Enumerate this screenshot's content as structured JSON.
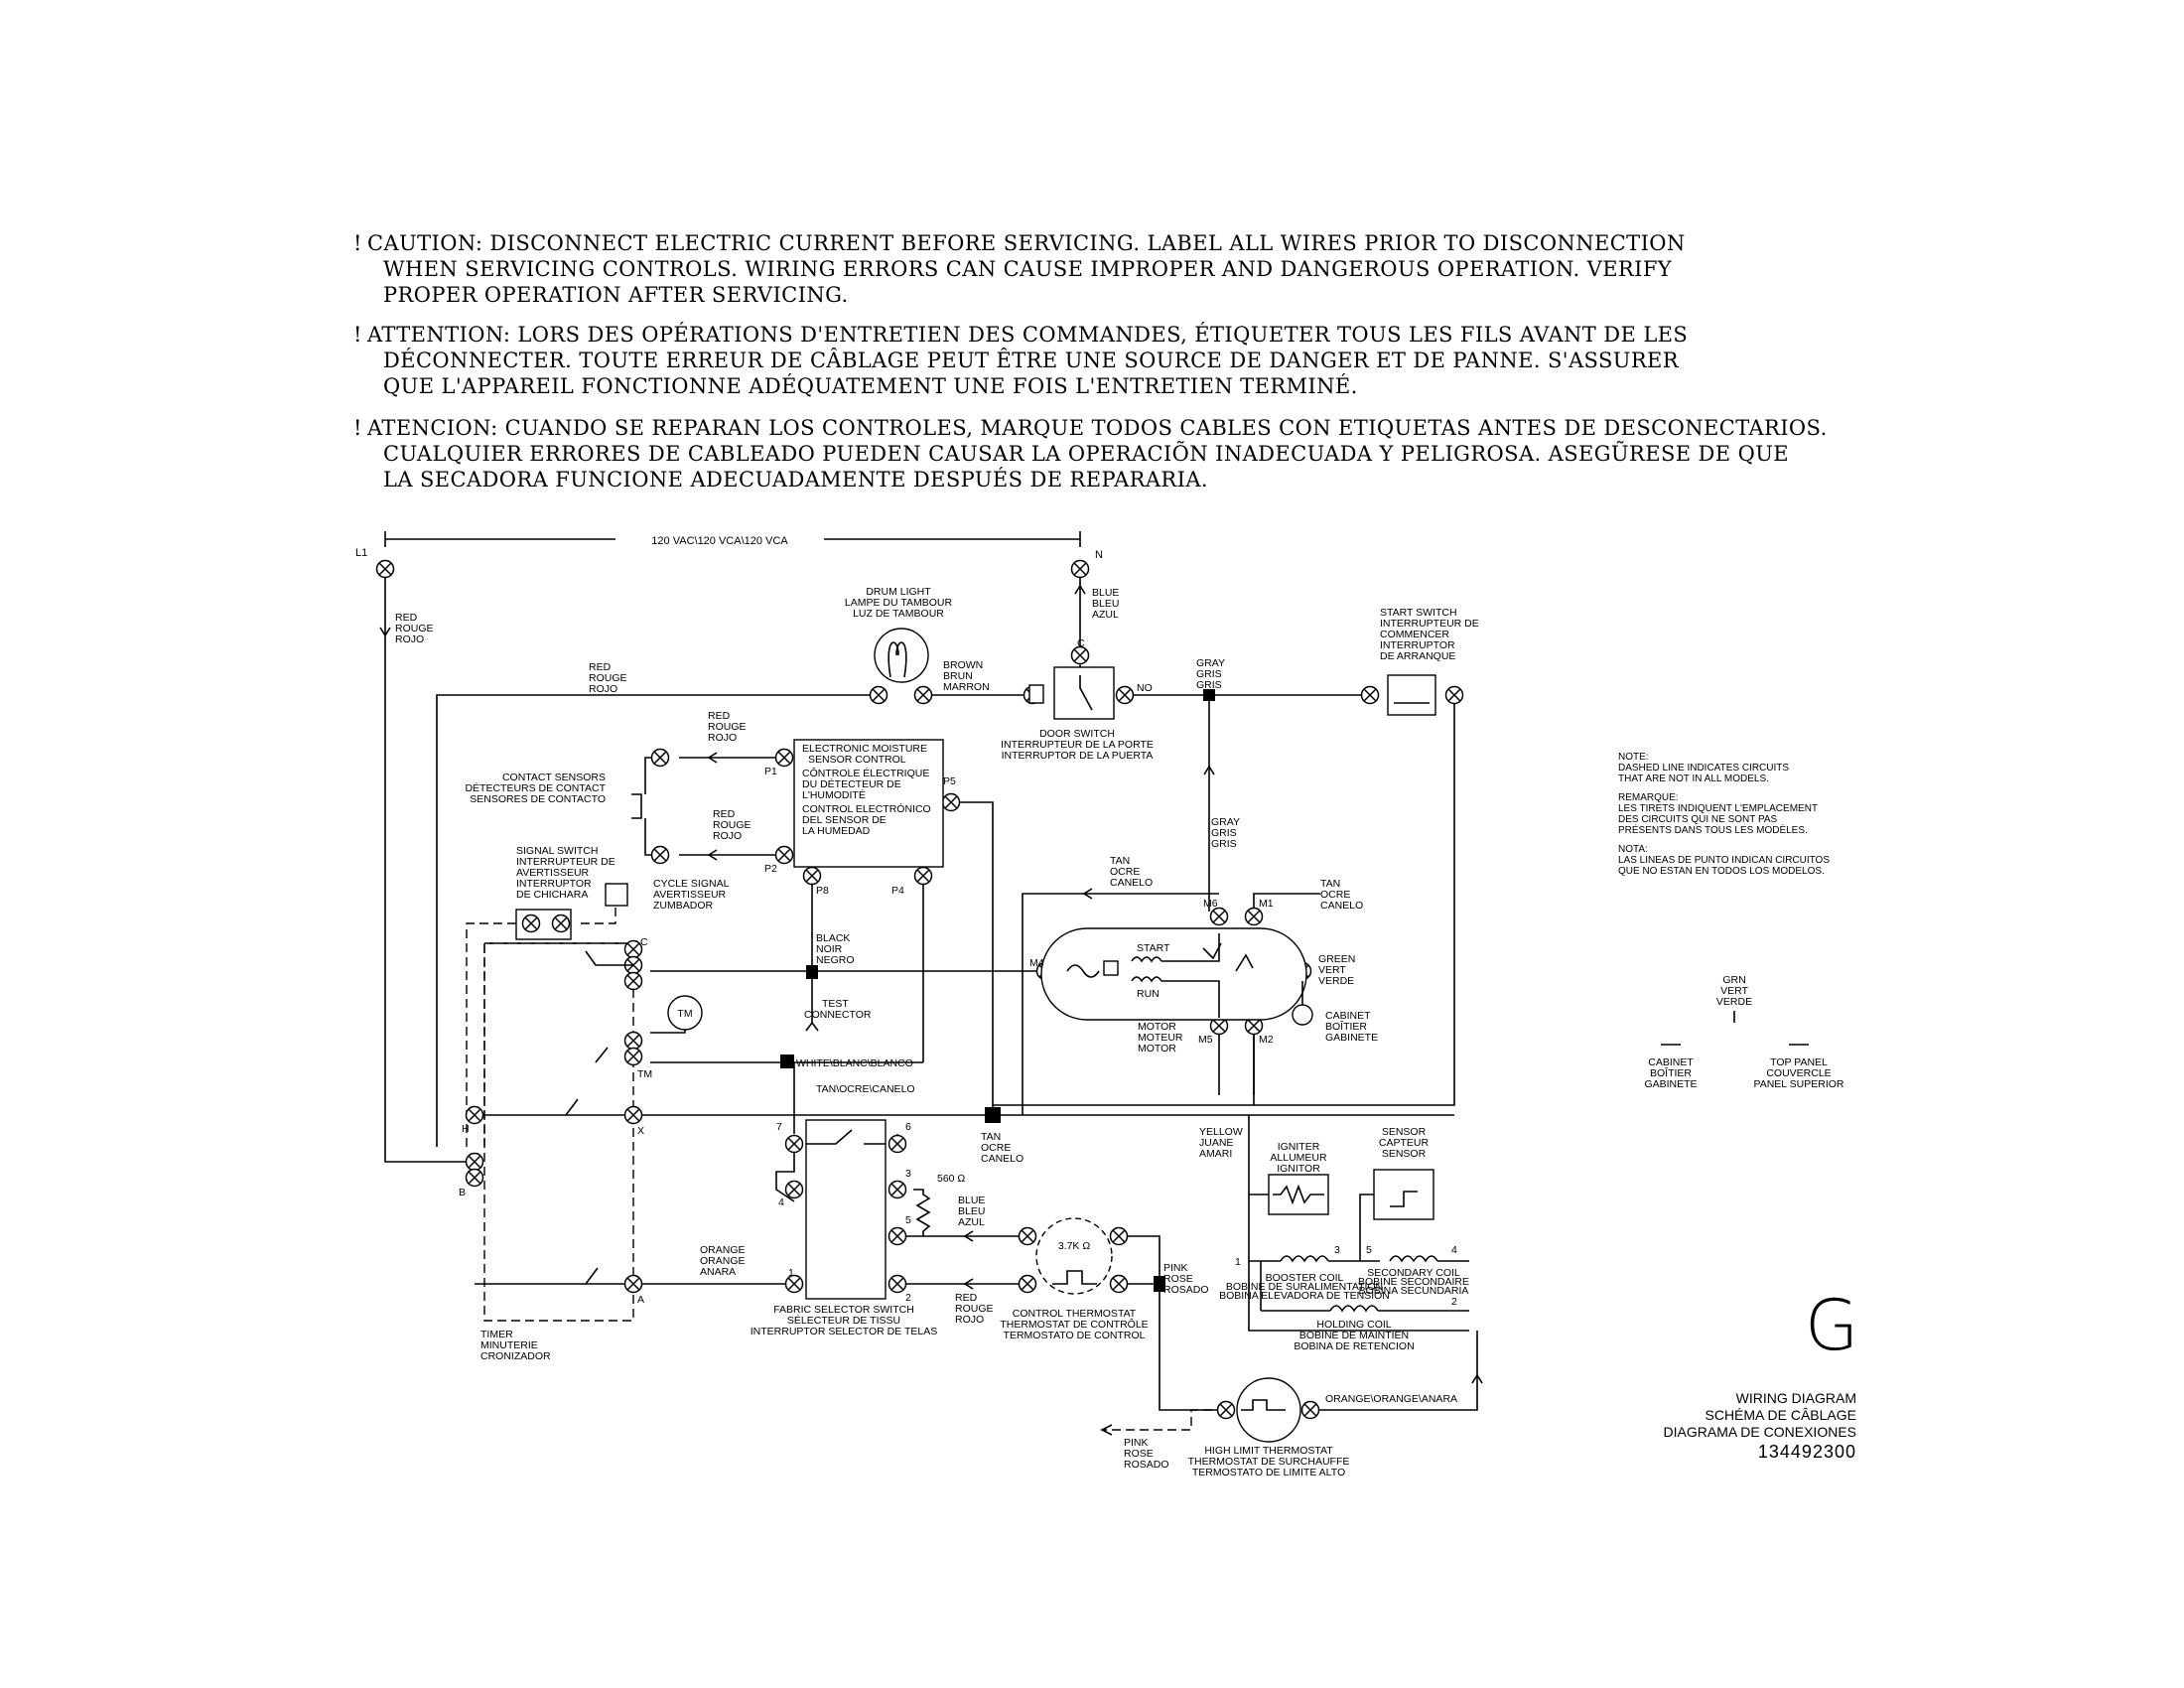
{
  "caution_en": {
    "bang": "!",
    "l1": "CAUTION: DISCONNECT ELECTRIC CURRENT BEFORE SERVICING. LABEL ALL WIRES PRIOR TO DISCONNECTION",
    "l2": "WHEN SERVICING CONTROLS. WIRING ERRORS CAN CAUSE IMPROPER AND DANGEROUS OPERATION. VERIFY",
    "l3": "PROPER OPERATION AFTER SERVICING."
  },
  "caution_fr": {
    "bang": "!",
    "l1": "ATTENTION: LORS DES OPÉRATIONS D'ENTRETIEN DES COMMANDES, ÉTIQUETER TOUS LES FILS AVANT DE LES",
    "l2": "DÉCONNECTER. TOUTE ERREUR DE CÂBLAGE PEUT ÊTRE UNE SOURCE DE DANGER ET DE PANNE. S'ASSURER",
    "l3": "QUE L'APPAREIL FONCTIONNE ADÉQUATEMENT UNE FOIS L'ENTRETIEN TERMINÉ."
  },
  "caution_es": {
    "bang": "!",
    "l1": "ATENCION: CUANDO SE REPARAN LOS CONTROLES, MARQUE TODOS CABLES CON ETIQUETAS ANTES DE DESCONECTARIOS.",
    "l2": "CUALQUIER ERRORES DE CABLEADO PUEDEN CAUSAR LA OPERACIÕN INADECUADA Y PELIGROSA. ASEGŨRESE DE QUE",
    "l3": "LA SECADORA FUNCIONE ADECUADAMENTE DESPUÉS DE REPARARIA."
  },
  "supply": {
    "voltage": "120 VAC\\120 VCA\\120 VCA",
    "l1": "L1",
    "n": "N"
  },
  "wires": {
    "red_l1": [
      "RED",
      "ROUGE",
      "ROJO"
    ],
    "blue_n": [
      "BLUE",
      "BLEU",
      "AZUL"
    ],
    "red_top": [
      "RED",
      "ROUGE",
      "ROJO"
    ],
    "brown": [
      "BROWN",
      "BRUN",
      "MARRON"
    ],
    "gray_top": [
      "GRAY",
      "GRIS",
      "GRIS"
    ],
    "gray_mid": [
      "GRAY",
      "GRIS",
      "GRIS"
    ],
    "red_p1": [
      "RED",
      "ROUGE",
      "ROJO"
    ],
    "red_p2": [
      "RED",
      "ROUGE",
      "ROJO"
    ],
    "tan_top": [
      "TAN",
      "OCRE",
      "CANELO"
    ],
    "tan_right": [
      "TAN",
      "OCRE",
      "CANELO"
    ],
    "black": [
      "BLACK",
      "NOIR",
      "NEGRO"
    ],
    "green": [
      "GREEN",
      "VERT",
      "VERDE"
    ],
    "white": "WHITE\\BLANC\\BLANCO",
    "tan_mid": "TAN\\OCRE\\CANELO",
    "tan_low": [
      "TAN",
      "OCRE",
      "CANELO"
    ],
    "yellow": [
      "YELLOW",
      "JUANE",
      "AMARI"
    ],
    "orange": [
      "ORANGE",
      "ORANGE",
      "ANARA"
    ],
    "blue_low": [
      "BLUE",
      "BLEU",
      "AZUL"
    ],
    "red_low": [
      "RED",
      "ROUGE",
      "ROJO"
    ],
    "pink_right": [
      "PINK",
      "ROSE",
      "ROSADO"
    ],
    "pink_low": [
      "PINK",
      "ROSE",
      "ROSADO"
    ],
    "orange_bottom": "ORANGE\\ORANGE\\ANARA"
  },
  "components": {
    "drum_light": [
      "DRUM LIGHT",
      "LAMPE DU TAMBOUR",
      "LUZ DE TAMBOUR"
    ],
    "door_switch": [
      "DOOR SWITCH",
      "INTERRUPTEUR DE LA PORTE",
      "INTERRUPTOR DE LA PUERTA"
    ],
    "door_c": "C",
    "door_no": "NO",
    "start_switch": [
      "START SWITCH",
      "INTERRUPTEUR DE",
      "COMMENCER",
      "INTERRUPTOR",
      "DE ARRANQUE"
    ],
    "emsc": [
      "ELECTRONIC MOISTURE",
      "SENSOR CONTROL",
      "CÔNTROLE ÉLECTRIQUE",
      "DU DÉTECTEUR DE",
      "L'HUMODITÉ",
      "CONTROL ELECTRÓNICO",
      "DEL SENSOR DE",
      "LA HUMEDAD"
    ],
    "contact_sensors": [
      "CONTACT SENSORS",
      "DÉTECTEURS DE CONTACT",
      "SENSORES DE CONTACTO"
    ],
    "signal_switch": [
      "SIGNAL SWITCH",
      "INTERRUPTEUR DE",
      "AVERTISSEUR",
      "INTERRUPTOR",
      "DE CHICHARA"
    ],
    "cycle_signal": [
      "CYCLE SIGNAL",
      "AVERTISSEUR",
      "ZUMBADOR"
    ],
    "test_connector": [
      "TEST",
      "CONNECTOR"
    ],
    "motor": [
      "MOTOR",
      "MOTEUR",
      "MOTOR"
    ],
    "motor_start": "START",
    "motor_run": "RUN",
    "cabinet": [
      "CABINET",
      "BOÎTIER",
      "GABINETE"
    ],
    "timer": [
      "TIMER",
      "MINUTERIE",
      "CRONIZADOR"
    ],
    "tm": "TM",
    "fabric_switch": [
      "FABRIC SELECTOR SWITCH",
      "SÉLECTEUR DE TISSU",
      "INTERRUPTOR SELECTOR DE TELAS"
    ],
    "resistor": "560 Ω",
    "control_thermostat": [
      "CONTROL THERMOSTAT",
      "THERMOSTAT DE CONTRÔLE",
      "TERMOSTATO DE CONTROL"
    ],
    "ct_value": "3.7K Ω",
    "igniter": [
      "IGNITER",
      "ALLUMEUR",
      "IGNITOR"
    ],
    "sensor": [
      "SENSOR",
      "CAPTEUR",
      "SENSOR"
    ],
    "booster_coil": [
      "BOOSTER COIL",
      "BOBINE DE SURALIMENTATION",
      "BOBINA ELEVADORA DE TENSION"
    ],
    "secondary_coil": [
      "SECONDARY COIL",
      "BOBINE SECONDAIRE",
      "BOBINA SECUNDARIA"
    ],
    "holding_coil": [
      "HOLDING COIL",
      "BOBINE DE MAINTIEN",
      "BOBINA DE RETENCION"
    ],
    "high_limit": [
      "HIGH LIMIT THERMOSTAT",
      "THERMOSTAT DE SURCHAUFFE",
      "TERMOSTATO DE LIMITE ALTO"
    ]
  },
  "pins": {
    "p1": "P1",
    "p2": "P2",
    "p5": "P5",
    "p8": "P8",
    "p4": "P4",
    "m4": "M4",
    "m6": "M6",
    "m1": "M1",
    "m5": "M5",
    "m2": "M2",
    "c": "C",
    "tm": "TM",
    "h": "H",
    "x": "X",
    "b": "B",
    "a": "A",
    "f7": "7",
    "f6": "6",
    "f3": "3",
    "f4": "4",
    "f5": "5",
    "f1": "1",
    "f2": "2",
    "g1": "1",
    "g3": "3",
    "g5": "5",
    "g4": "4",
    "g2": "2"
  },
  "ground": {
    "grn": [
      "GRN",
      "VERT",
      "VERDE"
    ],
    "cabinet": [
      "CABINET",
      "BOÎTIER",
      "GABINETE"
    ],
    "top_panel": [
      "TOP PANEL",
      "COUVERCLE",
      "PANEL SUPERIOR"
    ]
  },
  "note": {
    "en": [
      "NOTE:",
      "DASHED LINE INDICATES CIRCUITS",
      "THAT ARE NOT IN ALL MODELS."
    ],
    "fr": [
      "REMARQUE:",
      "LES TIRETS INDIQUENT L'EMPLACEMENT",
      "DES CIRCUITS QUI NE SONT PAS",
      "PRÉSENTS DANS TOUS LES MODÈLES."
    ],
    "es": [
      "NOTA:",
      "LAS LINEAS DE PUNTO INDICAN CIRCUITOS",
      "QUE NO ESTAN EN TODOS LOS MODELOS."
    ]
  },
  "title": {
    "letter": "G",
    "en": "WIRING DIAGRAM",
    "fr": "SCHÉMA DE CÂBLAGE",
    "es": "DIAGRAMA DE CONEXIONES",
    "part_number": "134492300"
  }
}
